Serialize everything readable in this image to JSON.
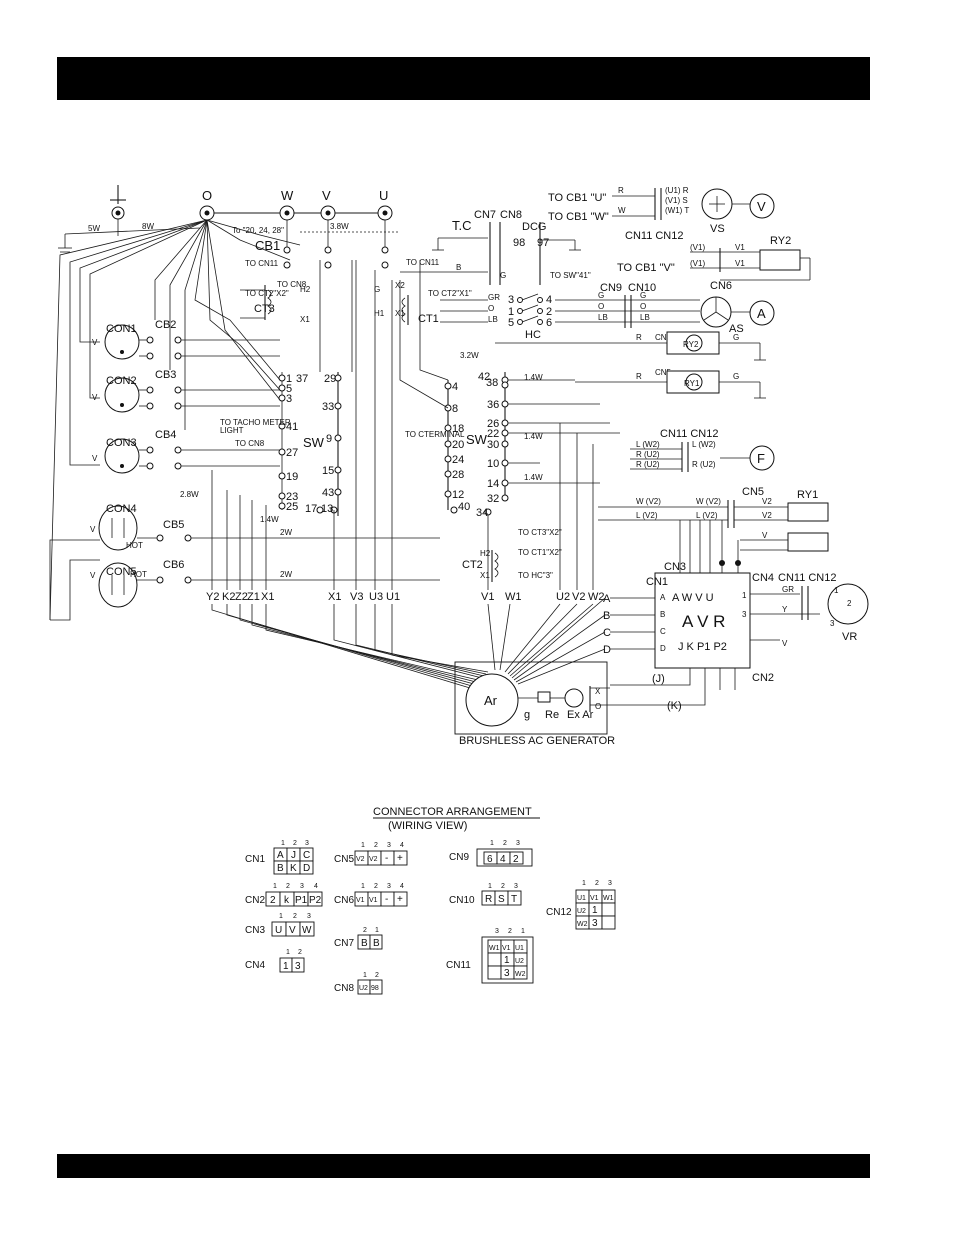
{
  "header": {
    "bar": ""
  },
  "footer": {
    "bar": ""
  },
  "terminals": {
    "ground": "",
    "o": "O",
    "w": "W",
    "v": "V",
    "u": "U"
  },
  "top_note": "To \"20, 24, 28\"",
  "cb1": "CB1",
  "cn7": "CN7",
  "cn8": "CN8",
  "tc": "T.C",
  "dcg": "DCG",
  "n98": "98",
  "n97": "97",
  "to_cb1_u": "TO CB1 \"U\"",
  "to_cb1_w": "TO CB1 \"W\"",
  "to_cb1_v": "TO CB1 \"V\"",
  "cn11_cn12_top": "CN11 CN12",
  "vs": "VS",
  "v_meter": "V",
  "ry2": "RY2",
  "ct3": "CT3",
  "ct1": "CT1",
  "ct2": "CT2",
  "hc": "HC",
  "cn9": "CN9",
  "cn10": "CN10",
  "cn6": "CN6",
  "as": "AS",
  "a_meter": "A",
  "sw_left": "SW",
  "sw_right": "SW",
  "cb2": "CB2",
  "cb3": "CB3",
  "cb4": "CB4",
  "cb5": "CB5",
  "cb6": "CB6",
  "con1": "CON1",
  "con2": "CON2",
  "con3": "CON3",
  "con4": "CON4",
  "con5": "CON5",
  "hot": "HOT",
  "left_nodes": [
    "37",
    "29",
    "33",
    "9",
    "15",
    "43",
    "17",
    "13"
  ],
  "left_node_labels": [
    "1",
    "5",
    "3",
    "41",
    "27",
    "19",
    "23",
    "25"
  ],
  "right_nodes": [
    "4",
    "8",
    "18",
    "20",
    "24",
    "28",
    "12",
    "40",
    "34"
  ],
  "right_col_nodes": [
    "42",
    "38",
    "36",
    "26",
    "22",
    "30",
    "10",
    "14",
    "32"
  ],
  "cn5_top": "CN5",
  "ry1_top": "RY1",
  "ry2_node": "RY2",
  "ry1_node": "RY1",
  "cn11_cn12_mid": "CN11 CN12",
  "f_meter": "F",
  "cn5_mid": "CN5",
  "ry1": "RY1",
  "v2_labels": [
    "W (V2)",
    "L (V2)",
    "W (V2)",
    "L (V2)"
  ],
  "cn3": "CN3",
  "cn1": "CN1",
  "cn4": "CN4",
  "cn11_cn12_right": "CN11 CN12",
  "cn2": "CN2",
  "avr": "A V R",
  "avr_top_pins": "A W V U",
  "avr_bottom_pins": "J K  P1 P2",
  "vr": "VR",
  "bottom_wires_left": [
    "Y2",
    "K2",
    "Z2",
    "Z1",
    "X1"
  ],
  "bottom_wires_mid": [
    "X1",
    "V3",
    "U3",
    "U1"
  ],
  "bottom_wires_right": [
    "V1",
    "W1",
    "U2",
    "V2",
    "W2"
  ],
  "abcd": [
    "A",
    "B",
    "C",
    "D"
  ],
  "ar": "Ar",
  "re": "Re",
  "ex_ar": "Ex Ar",
  "g": "g",
  "j_label": "(J)",
  "k_label": "(K)",
  "generator_caption": "BRUSHLESS AC GENERATOR",
  "connector_title": "CONNECTOR ARRANGEMENT",
  "connector_subtitle": "(WIRING VIEW)",
  "connectors": {
    "cn1": {
      "label": "CN1",
      "pins": [
        "1",
        "2",
        "3"
      ],
      "row1": [
        "A",
        "J",
        "C"
      ],
      "row2": [
        "B",
        "K",
        "D"
      ]
    },
    "cn2": {
      "label": "CN2",
      "pins": [
        "1",
        "2",
        "3",
        "4"
      ],
      "row1": [
        "2",
        "k",
        "P1",
        "P2"
      ]
    },
    "cn3": {
      "label": "CN3",
      "pins": [
        "1",
        "2",
        "3"
      ],
      "row1": [
        "U",
        "V",
        "W"
      ]
    },
    "cn4": {
      "label": "CN4",
      "pins": [
        "1",
        "2"
      ],
      "row1": [
        "1",
        "3"
      ]
    },
    "cn5": {
      "label": "CN5",
      "pins": [
        "1",
        "2",
        "3",
        "4"
      ],
      "row1": [
        "V2",
        "V2",
        "-",
        "+"
      ]
    },
    "cn6": {
      "label": "CN6",
      "pins": [
        "1",
        "2",
        "3",
        "4"
      ],
      "row1": [
        "V1",
        "V1",
        "-",
        "+"
      ]
    },
    "cn7": {
      "label": "CN7",
      "pins": [
        "2",
        "1"
      ],
      "row1": [
        "B",
        "B"
      ]
    },
    "cn8": {
      "label": "CN8",
      "pins": [
        "1",
        "2"
      ],
      "row1": [
        "U2",
        "98"
      ]
    },
    "cn9": {
      "label": "CN9",
      "pins": [
        "1",
        "2",
        "3"
      ],
      "row1": [
        "6",
        "4",
        "2"
      ]
    },
    "cn10": {
      "label": "CN10",
      "pins": [
        "1",
        "2",
        "3"
      ],
      "row1": [
        "R",
        "S",
        "T"
      ]
    },
    "cn11": {
      "label": "CN11",
      "pins": [
        "3",
        "2",
        "1"
      ],
      "grid": [
        [
          "W1",
          "V1",
          "U1"
        ],
        [
          "",
          "1",
          "U2"
        ],
        [
          "",
          "3",
          "W2"
        ]
      ]
    },
    "cn12": {
      "label": "CN12",
      "pins": [
        "1",
        "2",
        "3"
      ],
      "grid": [
        [
          "U1",
          "V1",
          "W1"
        ],
        [
          "U2",
          "1",
          ""
        ],
        [
          "W2",
          "3",
          ""
        ]
      ]
    }
  }
}
